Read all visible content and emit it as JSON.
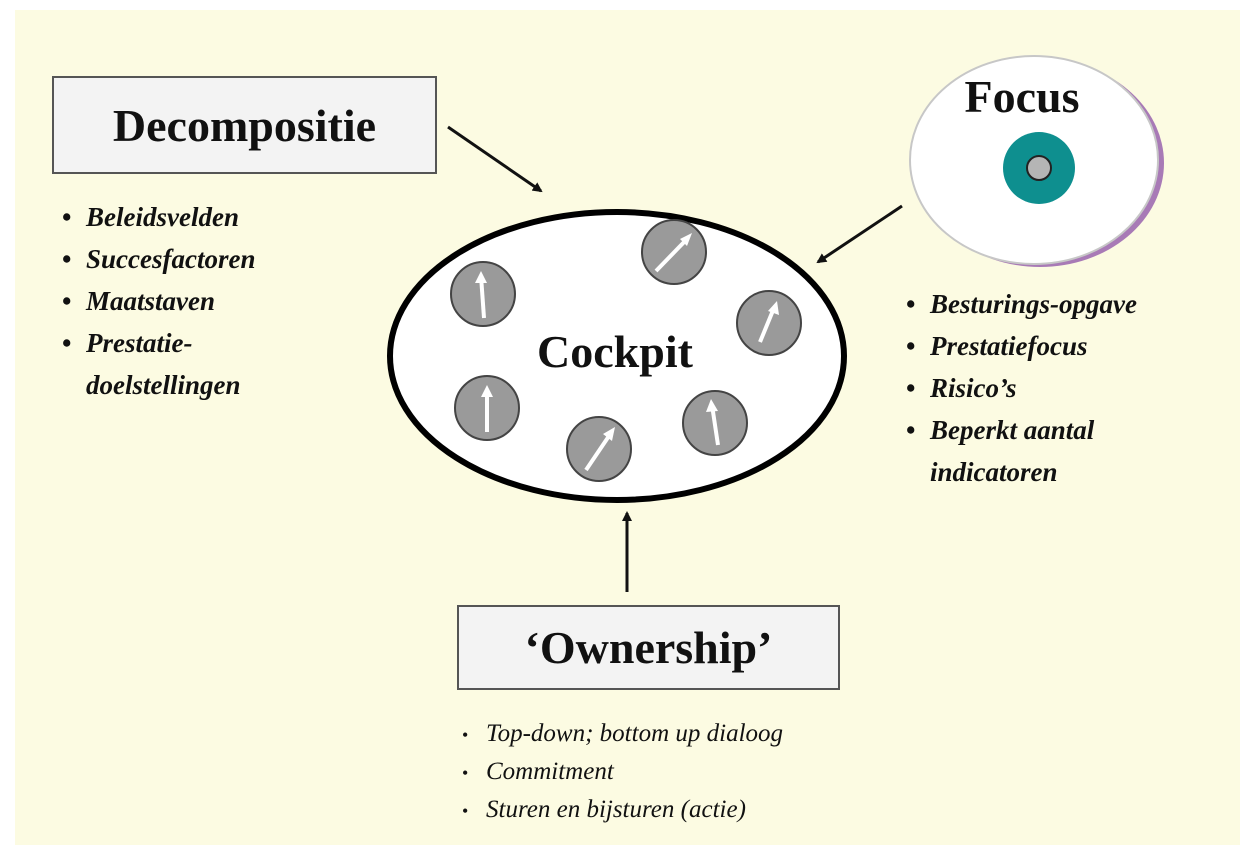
{
  "colors": {
    "background": "#fcfbe2",
    "box_fill": "#f3f3f3",
    "gauge_fill": "#9a9a9a",
    "focus_ring": "#0e8f8f",
    "focus_shadow": "#a87ab6"
  },
  "decompositie": {
    "title": "Decompositie",
    "items": [
      "Beleidsvelden",
      "Succesfactoren",
      "Maatstaven",
      "Prestatie-doelstellingen"
    ]
  },
  "focus": {
    "title": "Focus",
    "items": [
      "Besturings-opgave",
      "Prestatiefocus",
      "Risico’s",
      "Beperkt aantal indicatoren"
    ]
  },
  "cockpit": {
    "title": "Cockpit"
  },
  "ownership": {
    "title": "‘Ownership’",
    "items": [
      "Top-down; bottom up dialoog",
      "Commitment",
      "Sturen en bijsturen (actie)"
    ]
  }
}
